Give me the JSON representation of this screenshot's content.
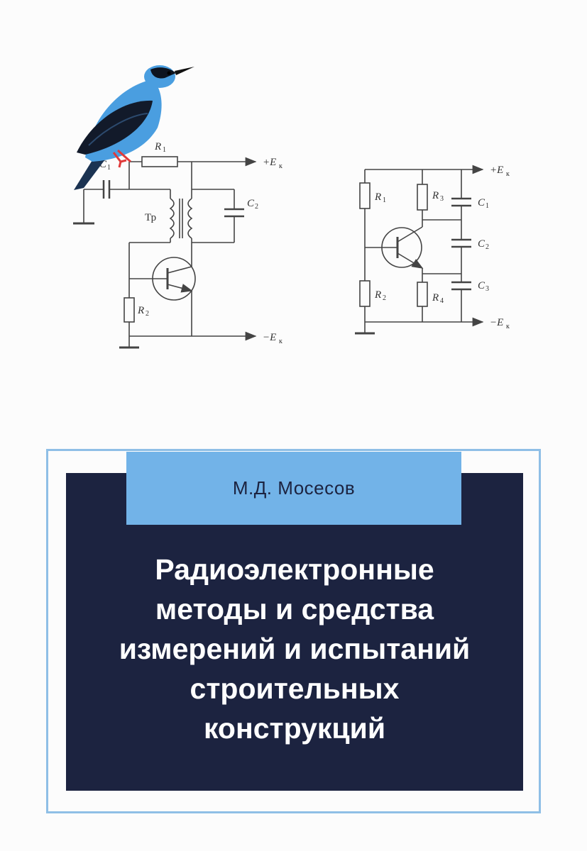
{
  "cover": {
    "author": "М.Д. Мосесов",
    "title_lines": [
      "Радиоэлектронные",
      "методы и средства",
      "измерений и испытаний",
      "строительных",
      "конструкций"
    ]
  },
  "circuit_left": {
    "r1": "R",
    "r1_sub": "1",
    "c1": "C",
    "c1_sub": "1",
    "c2": "C",
    "c2_sub": "2",
    "tr": "Тр",
    "r2": "R",
    "r2_sub": "2",
    "ek_plus": "+E",
    "ek_plus_sub": "к",
    "ek_minus": "−E",
    "ek_minus_sub": "к"
  },
  "circuit_right": {
    "r1": "R",
    "r1_sub": "1",
    "r2": "R",
    "r2_sub": "2",
    "r3": "R",
    "r3_sub": "3",
    "r4": "R",
    "r4_sub": "4",
    "c1": "C",
    "c1_sub": "1",
    "c2": "C",
    "c2_sub": "2",
    "c3": "C",
    "c3_sub": "3",
    "ek_plus": "+E",
    "ek_plus_sub": "к",
    "ek_minus": "−E",
    "ek_minus_sub": "к"
  },
  "colors": {
    "panel": "#1c2340",
    "accent": "#72b3e8",
    "frame": "#8fbfe6",
    "bird_blue": "#4a9ee0"
  },
  "icons": [
    "bird-illustration",
    "circuit-diagram-left",
    "circuit-diagram-right"
  ]
}
